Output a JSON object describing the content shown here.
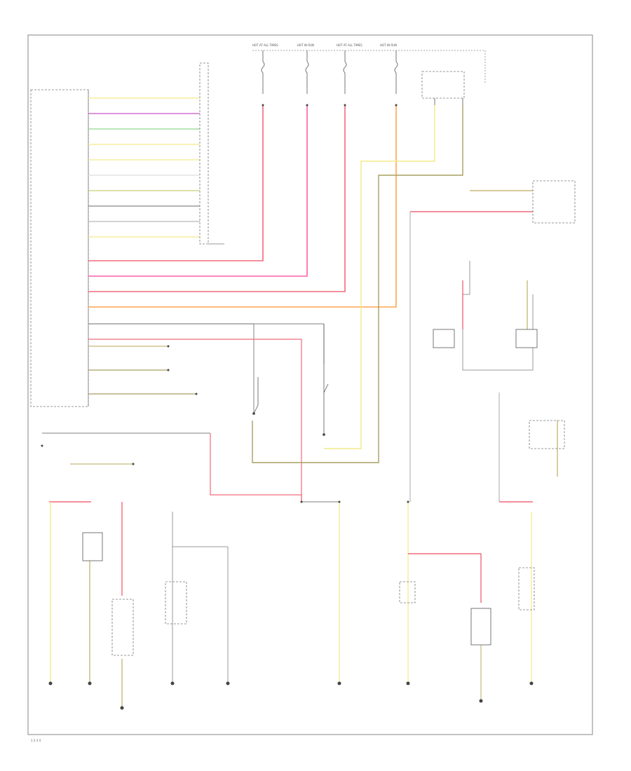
{
  "diagram": {
    "footer_code": "1 2 3 4",
    "fuse_labels": [
      "HOT AT ALL TIMES",
      "HOT IN RUN",
      "HOT AT ALL TIMES",
      "HOT IN RUN"
    ],
    "colors": {
      "frame": "#999999",
      "red": "#f06a7a",
      "pink": "#ff5fa8",
      "orange": "#ffa64d",
      "yellow": "#f2ea8a",
      "olive": "#a8a060",
      "tan": "#c8b878",
      "gray": "#888888",
      "green": "#8fd88f",
      "magenta": "#cc55cc",
      "black": "#333333"
    }
  }
}
